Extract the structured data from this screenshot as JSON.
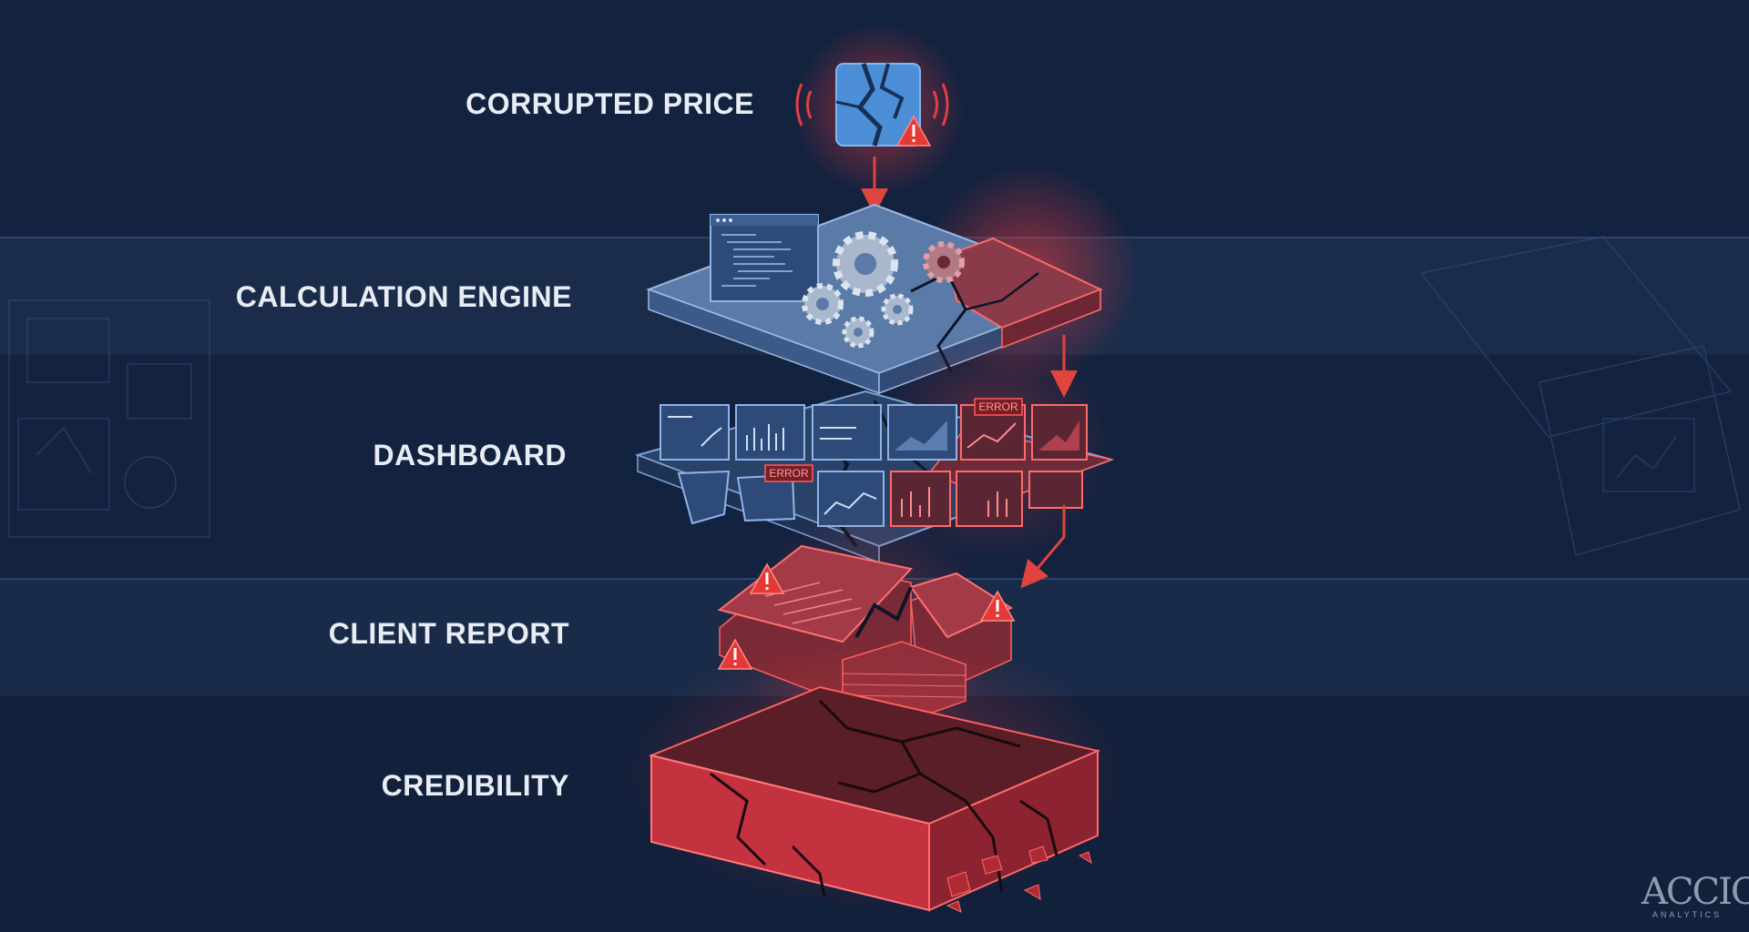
{
  "layers": [
    {
      "label": "CORRUPTED PRICE"
    },
    {
      "label": "CALCULATION ENGINE"
    },
    {
      "label": "DASHBOARD"
    },
    {
      "label": "CLIENT REPORT"
    },
    {
      "label": "CREDIBILITY"
    }
  ],
  "error_tags": [
    "ERROR",
    "ERROR"
  ],
  "colors": {
    "background": "#12213d",
    "band": "#1b2c4b",
    "healthy_blue": "#5a7aa8",
    "error_red": "#e03a3a",
    "label_text": "#e8edf5"
  },
  "logo": {
    "main": "ACCIO",
    "sub": "ANALYTICS"
  }
}
